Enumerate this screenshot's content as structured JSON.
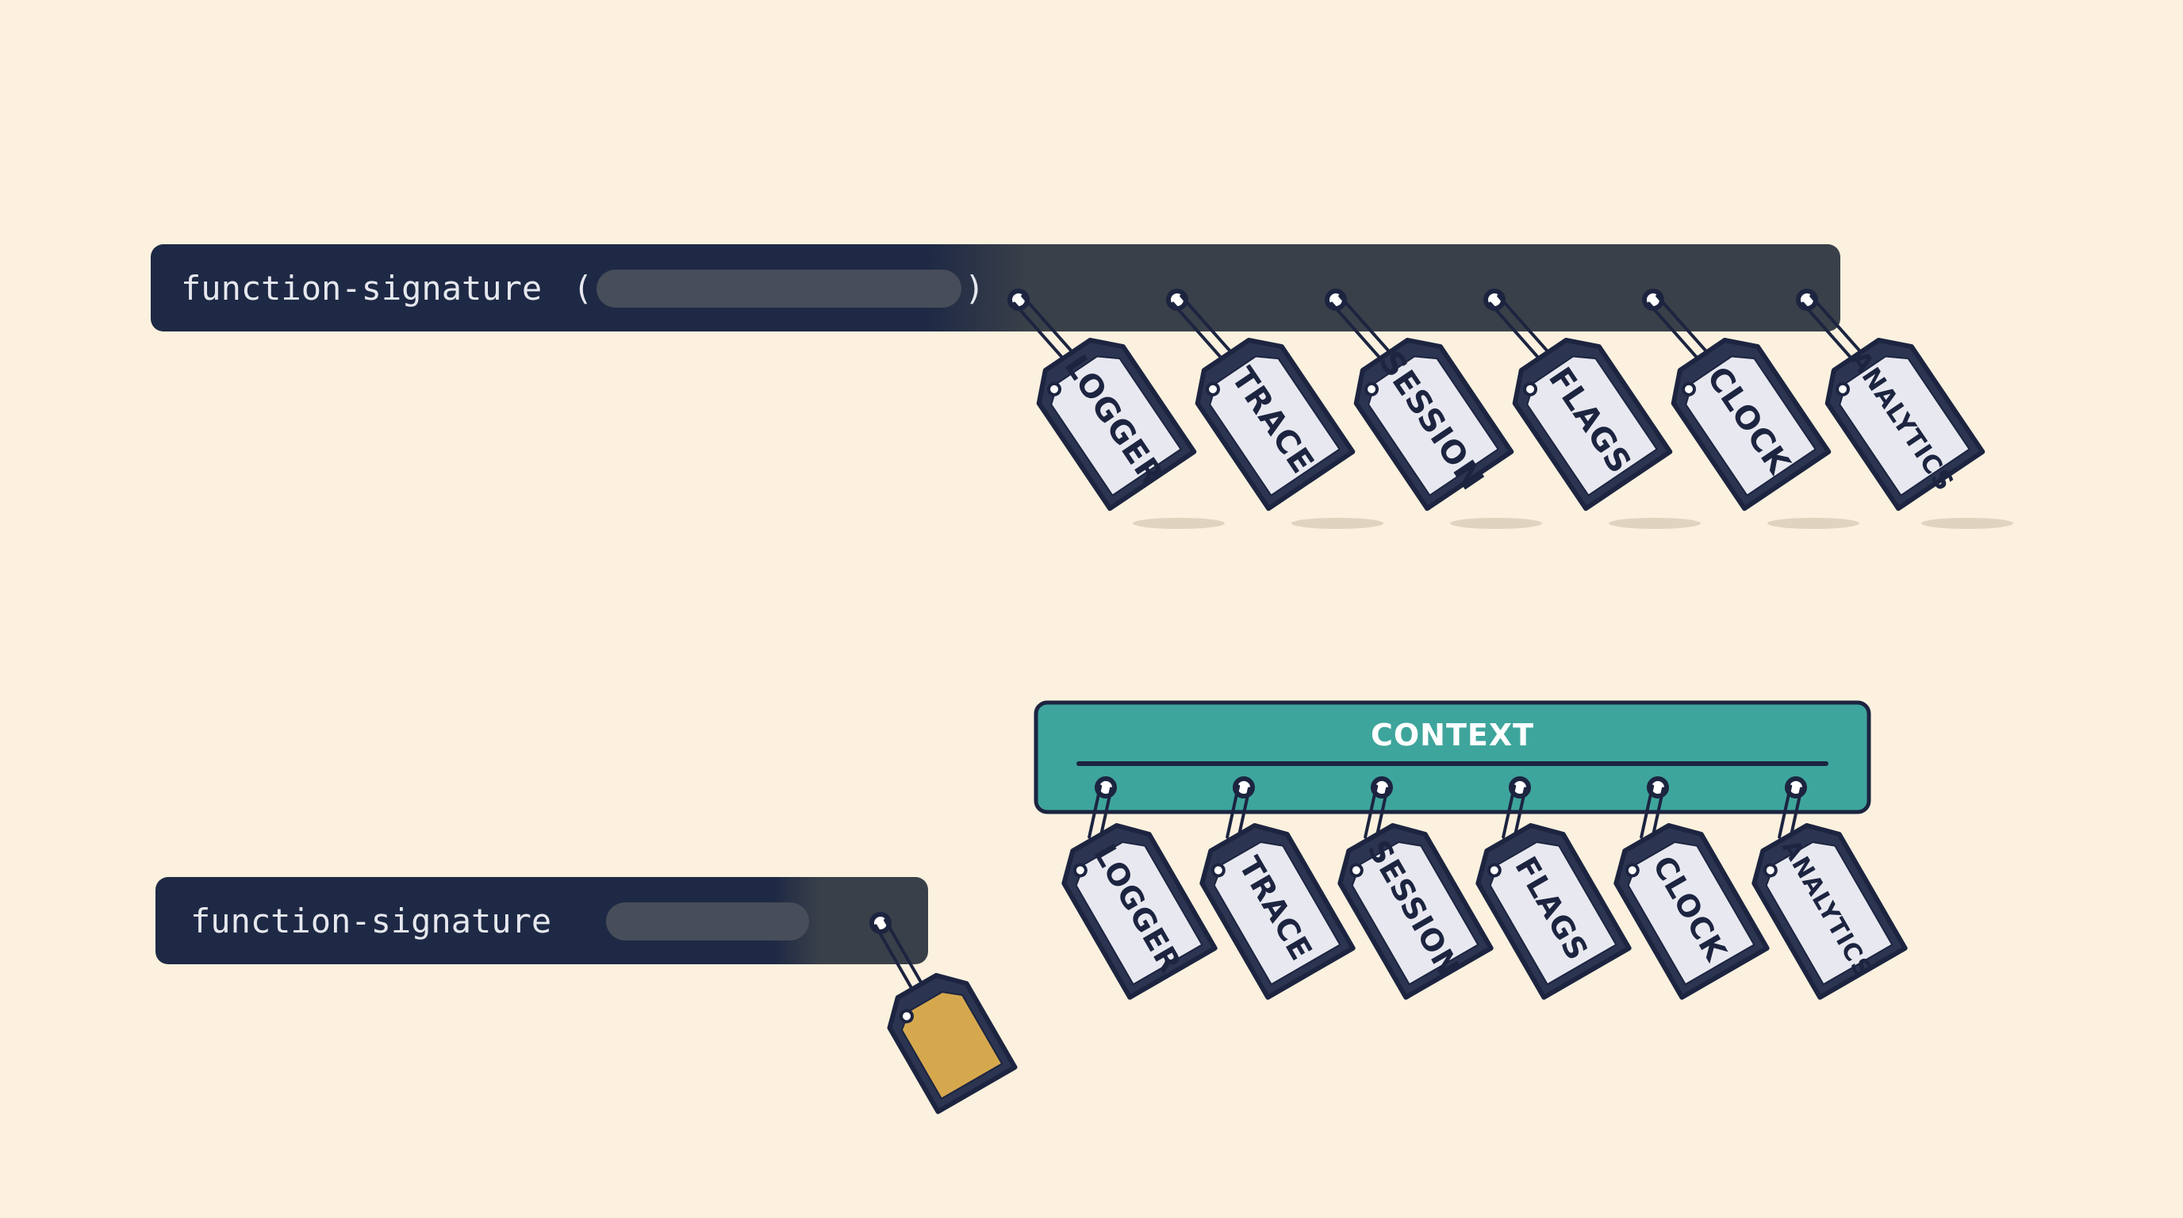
{
  "top_signature": {
    "name": "function-signature",
    "open_paren": "(",
    "close_paren": ")",
    "tags": [
      "LOGGER",
      "TRACE",
      "SESSION",
      "FLAGS",
      "CLOCK",
      "ANALYTICS"
    ]
  },
  "bottom_signature": {
    "name": "function-signature"
  },
  "context_panel": {
    "label": "CONTEXT",
    "tags": [
      "LOGGER",
      "TRACE",
      "SESSION",
      "FLAGS",
      "CLOCK",
      "ANALYTICS"
    ]
  },
  "colors": {
    "background": "#fbf1de",
    "signature_dark": "#1e2945",
    "signature_bar": "#3a4049",
    "param_pill": "#474d59",
    "tag_fill": "#e8e9f0",
    "tag_outline": "#1c2440",
    "context_teal": "#3ea59c",
    "single_tag_gold": "#d6a84e"
  }
}
